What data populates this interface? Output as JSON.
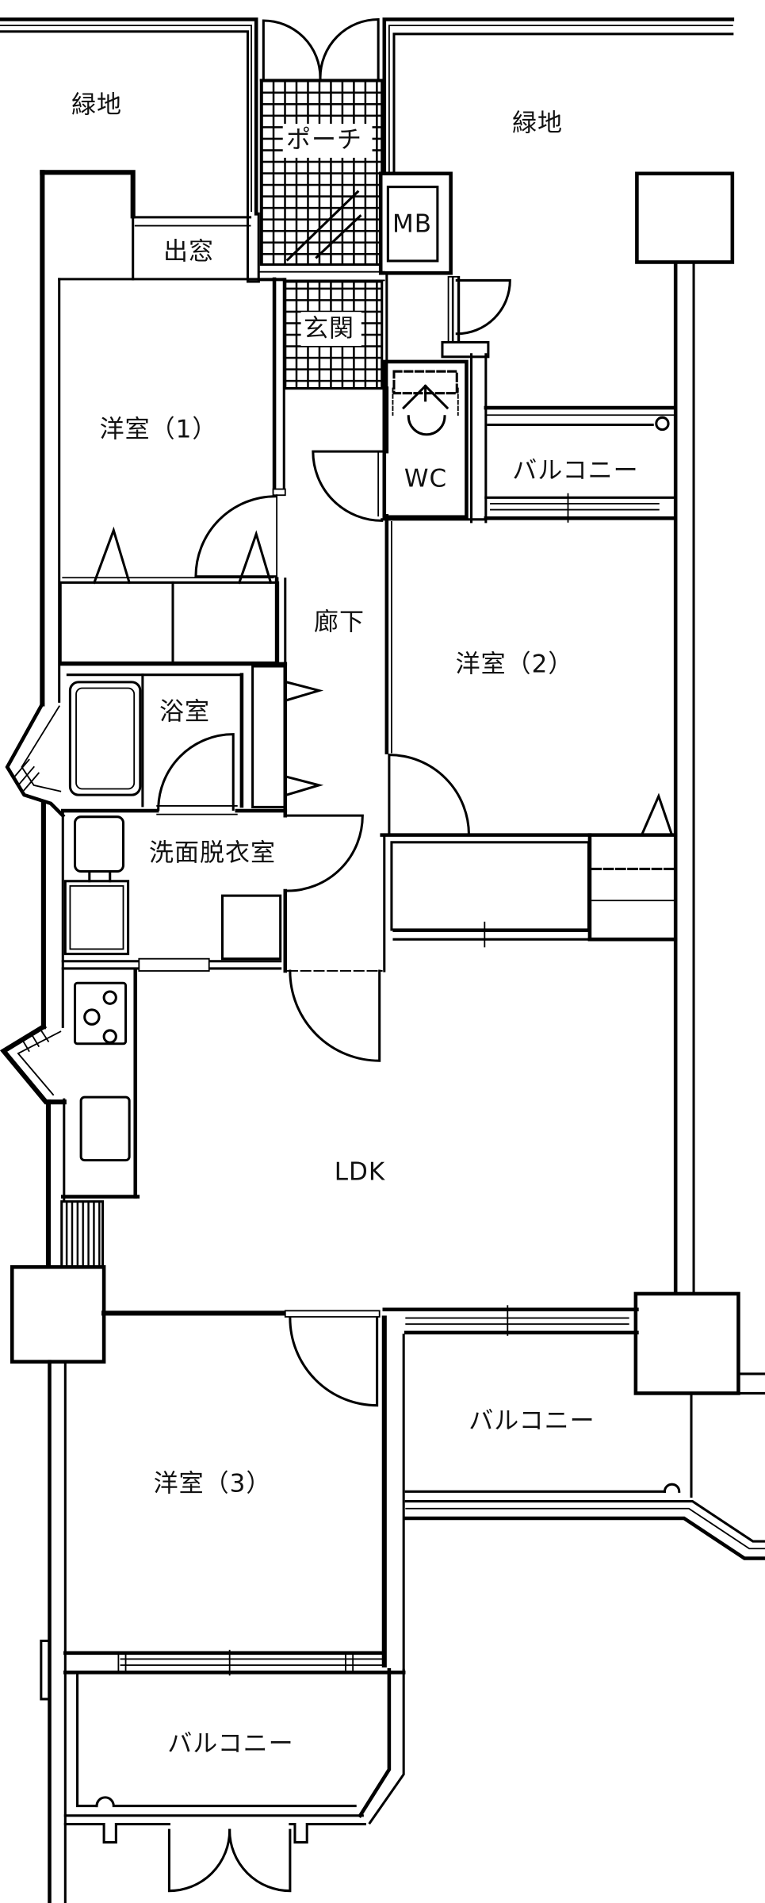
{
  "floorplan": {
    "colors": {
      "line": "#000000",
      "background": "#ffffff"
    },
    "rooms": [
      {
        "id": "greenery-left",
        "label": "緑地"
      },
      {
        "id": "greenery-right",
        "label": "緑地"
      },
      {
        "id": "porch",
        "label": "ポーチ"
      },
      {
        "id": "meter-box",
        "label": "MB"
      },
      {
        "id": "bay-window",
        "label": "出窓"
      },
      {
        "id": "entrance",
        "label": "玄関"
      },
      {
        "id": "western-room-1",
        "label": "洋室（1）"
      },
      {
        "id": "toilet",
        "label": "WC"
      },
      {
        "id": "balcony-upper",
        "label": "バルコニー"
      },
      {
        "id": "hallway",
        "label": "廊下"
      },
      {
        "id": "western-room-2",
        "label": "洋室（2）"
      },
      {
        "id": "bathroom",
        "label": "浴室"
      },
      {
        "id": "washroom",
        "label": "洗面脱衣室"
      },
      {
        "id": "ldk",
        "label": "LDK"
      },
      {
        "id": "western-room-3",
        "label": "洋室（3）"
      },
      {
        "id": "balcony-middle",
        "label": "バルコニー"
      },
      {
        "id": "balcony-lower",
        "label": "バルコニー"
      }
    ]
  }
}
